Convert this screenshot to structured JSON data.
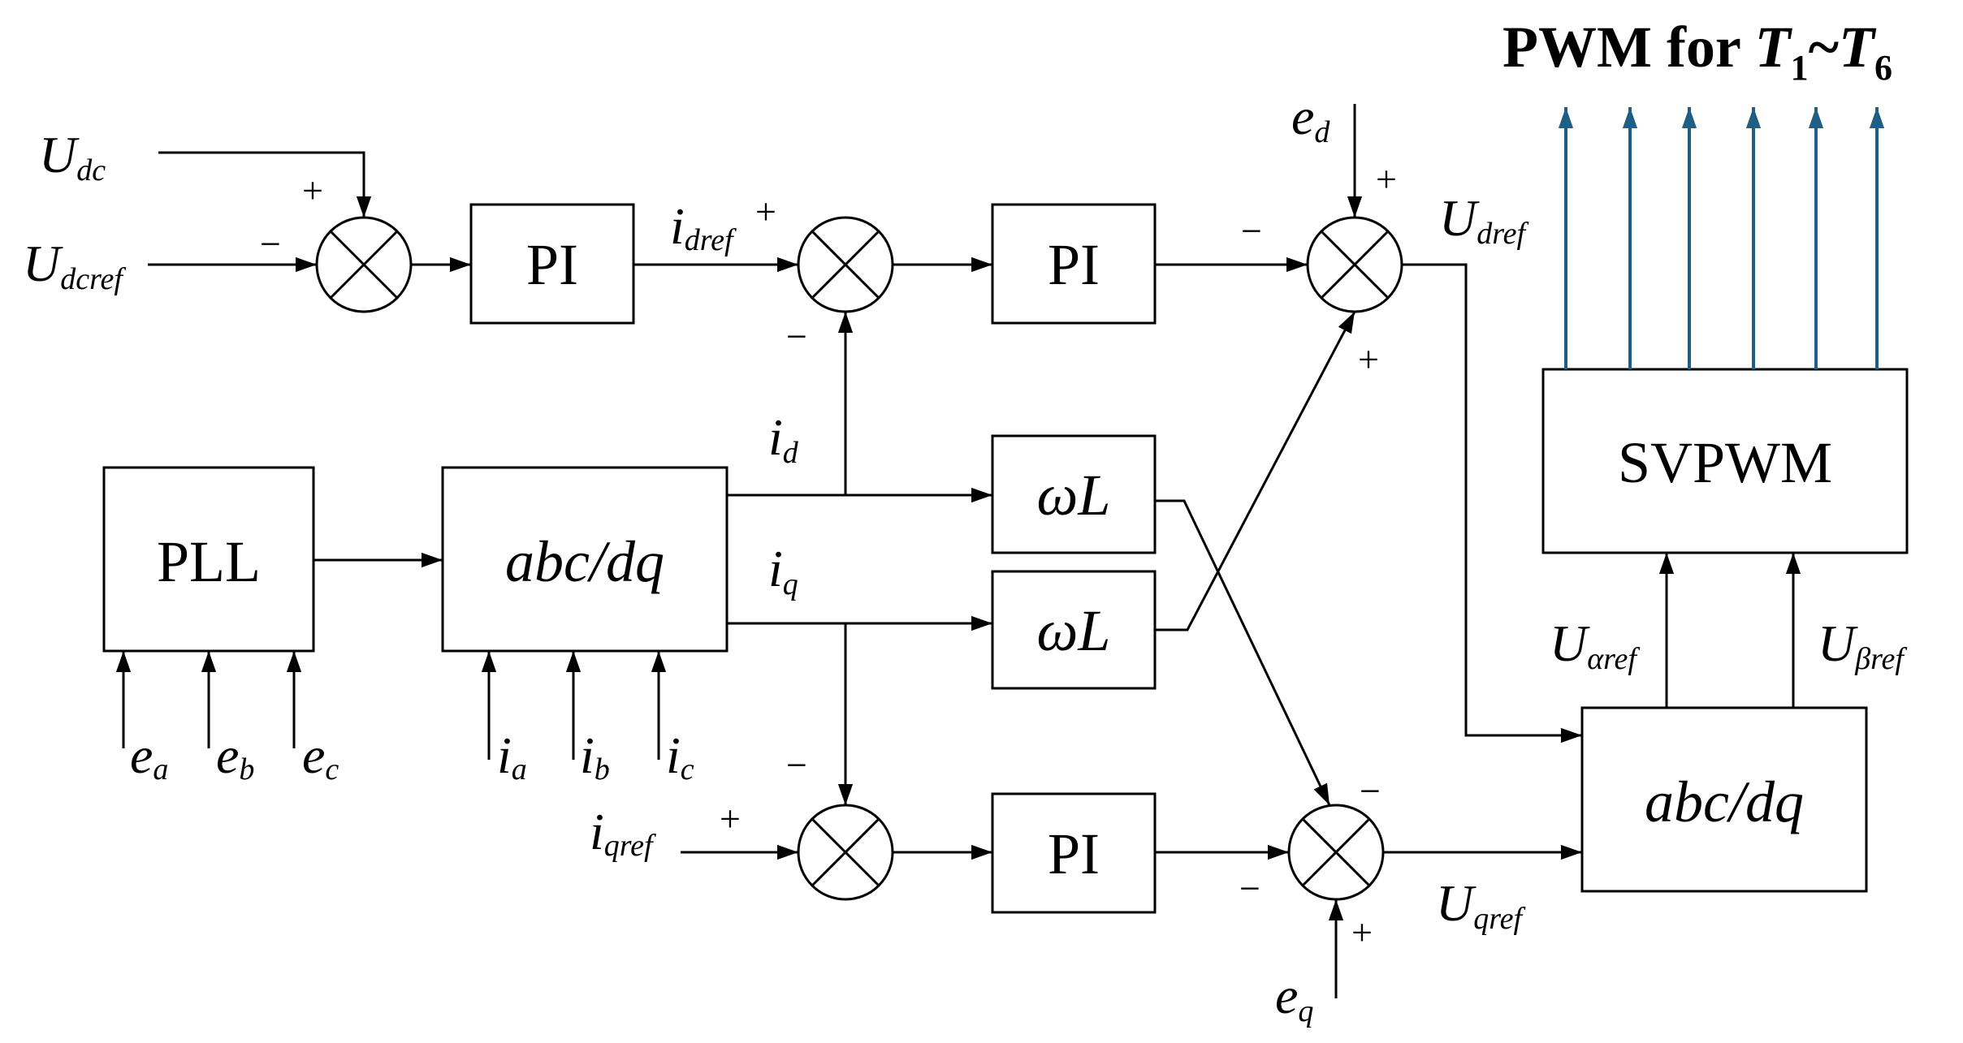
{
  "title": {
    "prefix": "PWM for ",
    "t1_base": "T",
    "t1_sub": "1",
    "tilde": "~",
    "t6_base": "T",
    "t6_sub": "6"
  },
  "blocks": {
    "pi_dc": "PI",
    "pi_d": "PI",
    "pi_q": "PI",
    "pll": "PLL",
    "abcdq_in": "abc/dq",
    "abcdq_out": "abc/dq",
    "svpwm": "SVPWM",
    "wl_top": "ωL",
    "wl_bottom": "ωL"
  },
  "signals": {
    "udc": {
      "base": "U",
      "sub": "dc"
    },
    "udcref": {
      "base": "U",
      "sub": "dcref"
    },
    "idref": {
      "base": "i",
      "sub": "dref"
    },
    "id": {
      "base": "i",
      "sub": "d"
    },
    "iq": {
      "base": "i",
      "sub": "q"
    },
    "iqref": {
      "base": "i",
      "sub": "qref"
    },
    "ed": {
      "base": "e",
      "sub": "d"
    },
    "eq": {
      "base": "e",
      "sub": "q"
    },
    "udref": {
      "base": "U",
      "sub": "dref"
    },
    "uqref": {
      "base": "U",
      "sub": "qref"
    },
    "ualpharef": {
      "base": "U",
      "sub": "αref"
    },
    "ubetaref": {
      "base": "U",
      "sub": "βref"
    },
    "ea": {
      "base": "e",
      "sub": "a"
    },
    "eb": {
      "base": "e",
      "sub": "b"
    },
    "ec": {
      "base": "e",
      "sub": "c"
    },
    "ia": {
      "base": "i",
      "sub": "a"
    },
    "ib": {
      "base": "i",
      "sub": "b"
    },
    "ic": {
      "base": "i",
      "sub": "c"
    }
  },
  "signs": {
    "plus": "+",
    "minus": "−"
  },
  "colors": {
    "line": "#000000",
    "output_arrows": "#1f5f86"
  }
}
